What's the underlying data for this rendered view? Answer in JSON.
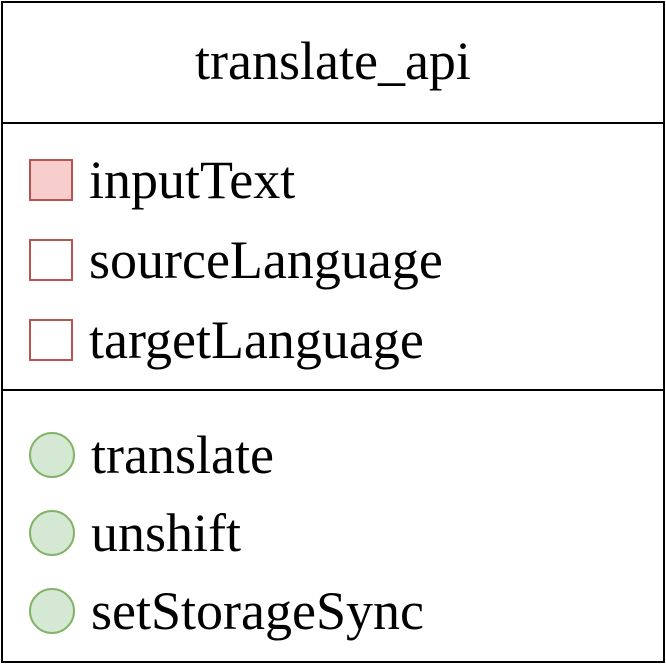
{
  "class": {
    "name": "translate_api"
  },
  "fields": [
    {
      "label": "inputText",
      "icon": "filled-square-icon",
      "fill": "#f8cecc",
      "stroke": "#b85450"
    },
    {
      "label": "sourceLanguage",
      "icon": "empty-square-icon",
      "fill": "#ffffff",
      "stroke": "#b85450"
    },
    {
      "label": "targetLanguage",
      "icon": "empty-square-icon",
      "fill": "#ffffff",
      "stroke": "#b85450"
    }
  ],
  "methods": [
    {
      "label": "translate",
      "icon": "circle-icon",
      "fill": "#d5e8d4",
      "stroke": "#82b366"
    },
    {
      "label": "unshift",
      "icon": "circle-icon",
      "fill": "#d5e8d4",
      "stroke": "#82b366"
    },
    {
      "label": "setStorageSync",
      "icon": "circle-icon",
      "fill": "#d5e8d4",
      "stroke": "#82b366"
    }
  ]
}
